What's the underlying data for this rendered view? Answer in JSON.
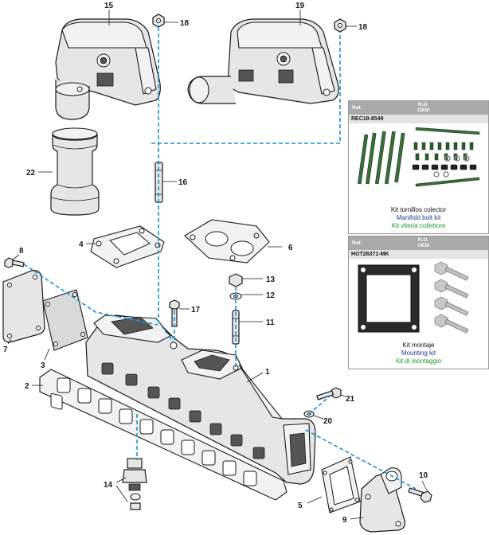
{
  "colors": {
    "dash_line": "#1e90d0",
    "lang_es": "#111111",
    "lang_en": "#1f3a93",
    "lang_it": "#1a9a2a",
    "kit_header": "#a9a9a9"
  },
  "callouts": {
    "c1": "1",
    "c2": "2",
    "c3": "3",
    "c4": "4",
    "c5": "5",
    "c6": "6",
    "c7": "7",
    "c8": "8",
    "c9": "9",
    "c10": "10",
    "c11": "11",
    "c12": "12",
    "c13": "13",
    "c14": "14",
    "c15": "15",
    "c16": "16",
    "c17": "17",
    "c18a": "18",
    "c18b": "18",
    "c19": "19",
    "c20": "20",
    "c21": "21",
    "c22": "22"
  },
  "kits": [
    {
      "ref_label": "Ref.",
      "ro_label": "R.O.",
      "oem_label": "OEM",
      "code": "REC18-8549",
      "name_es": "Kit tornillos colector",
      "name_en": "Manifold bolt kit",
      "name_it": "Kit viteria collettore"
    },
    {
      "ref_label": "Ref.",
      "ro_label": "R.O.",
      "oem_label": "OEM",
      "code": "HOT26371-MK",
      "name_es": "Kit montaje",
      "name_en": "Mounting kit",
      "name_it": "Kit di montaggio"
    }
  ]
}
